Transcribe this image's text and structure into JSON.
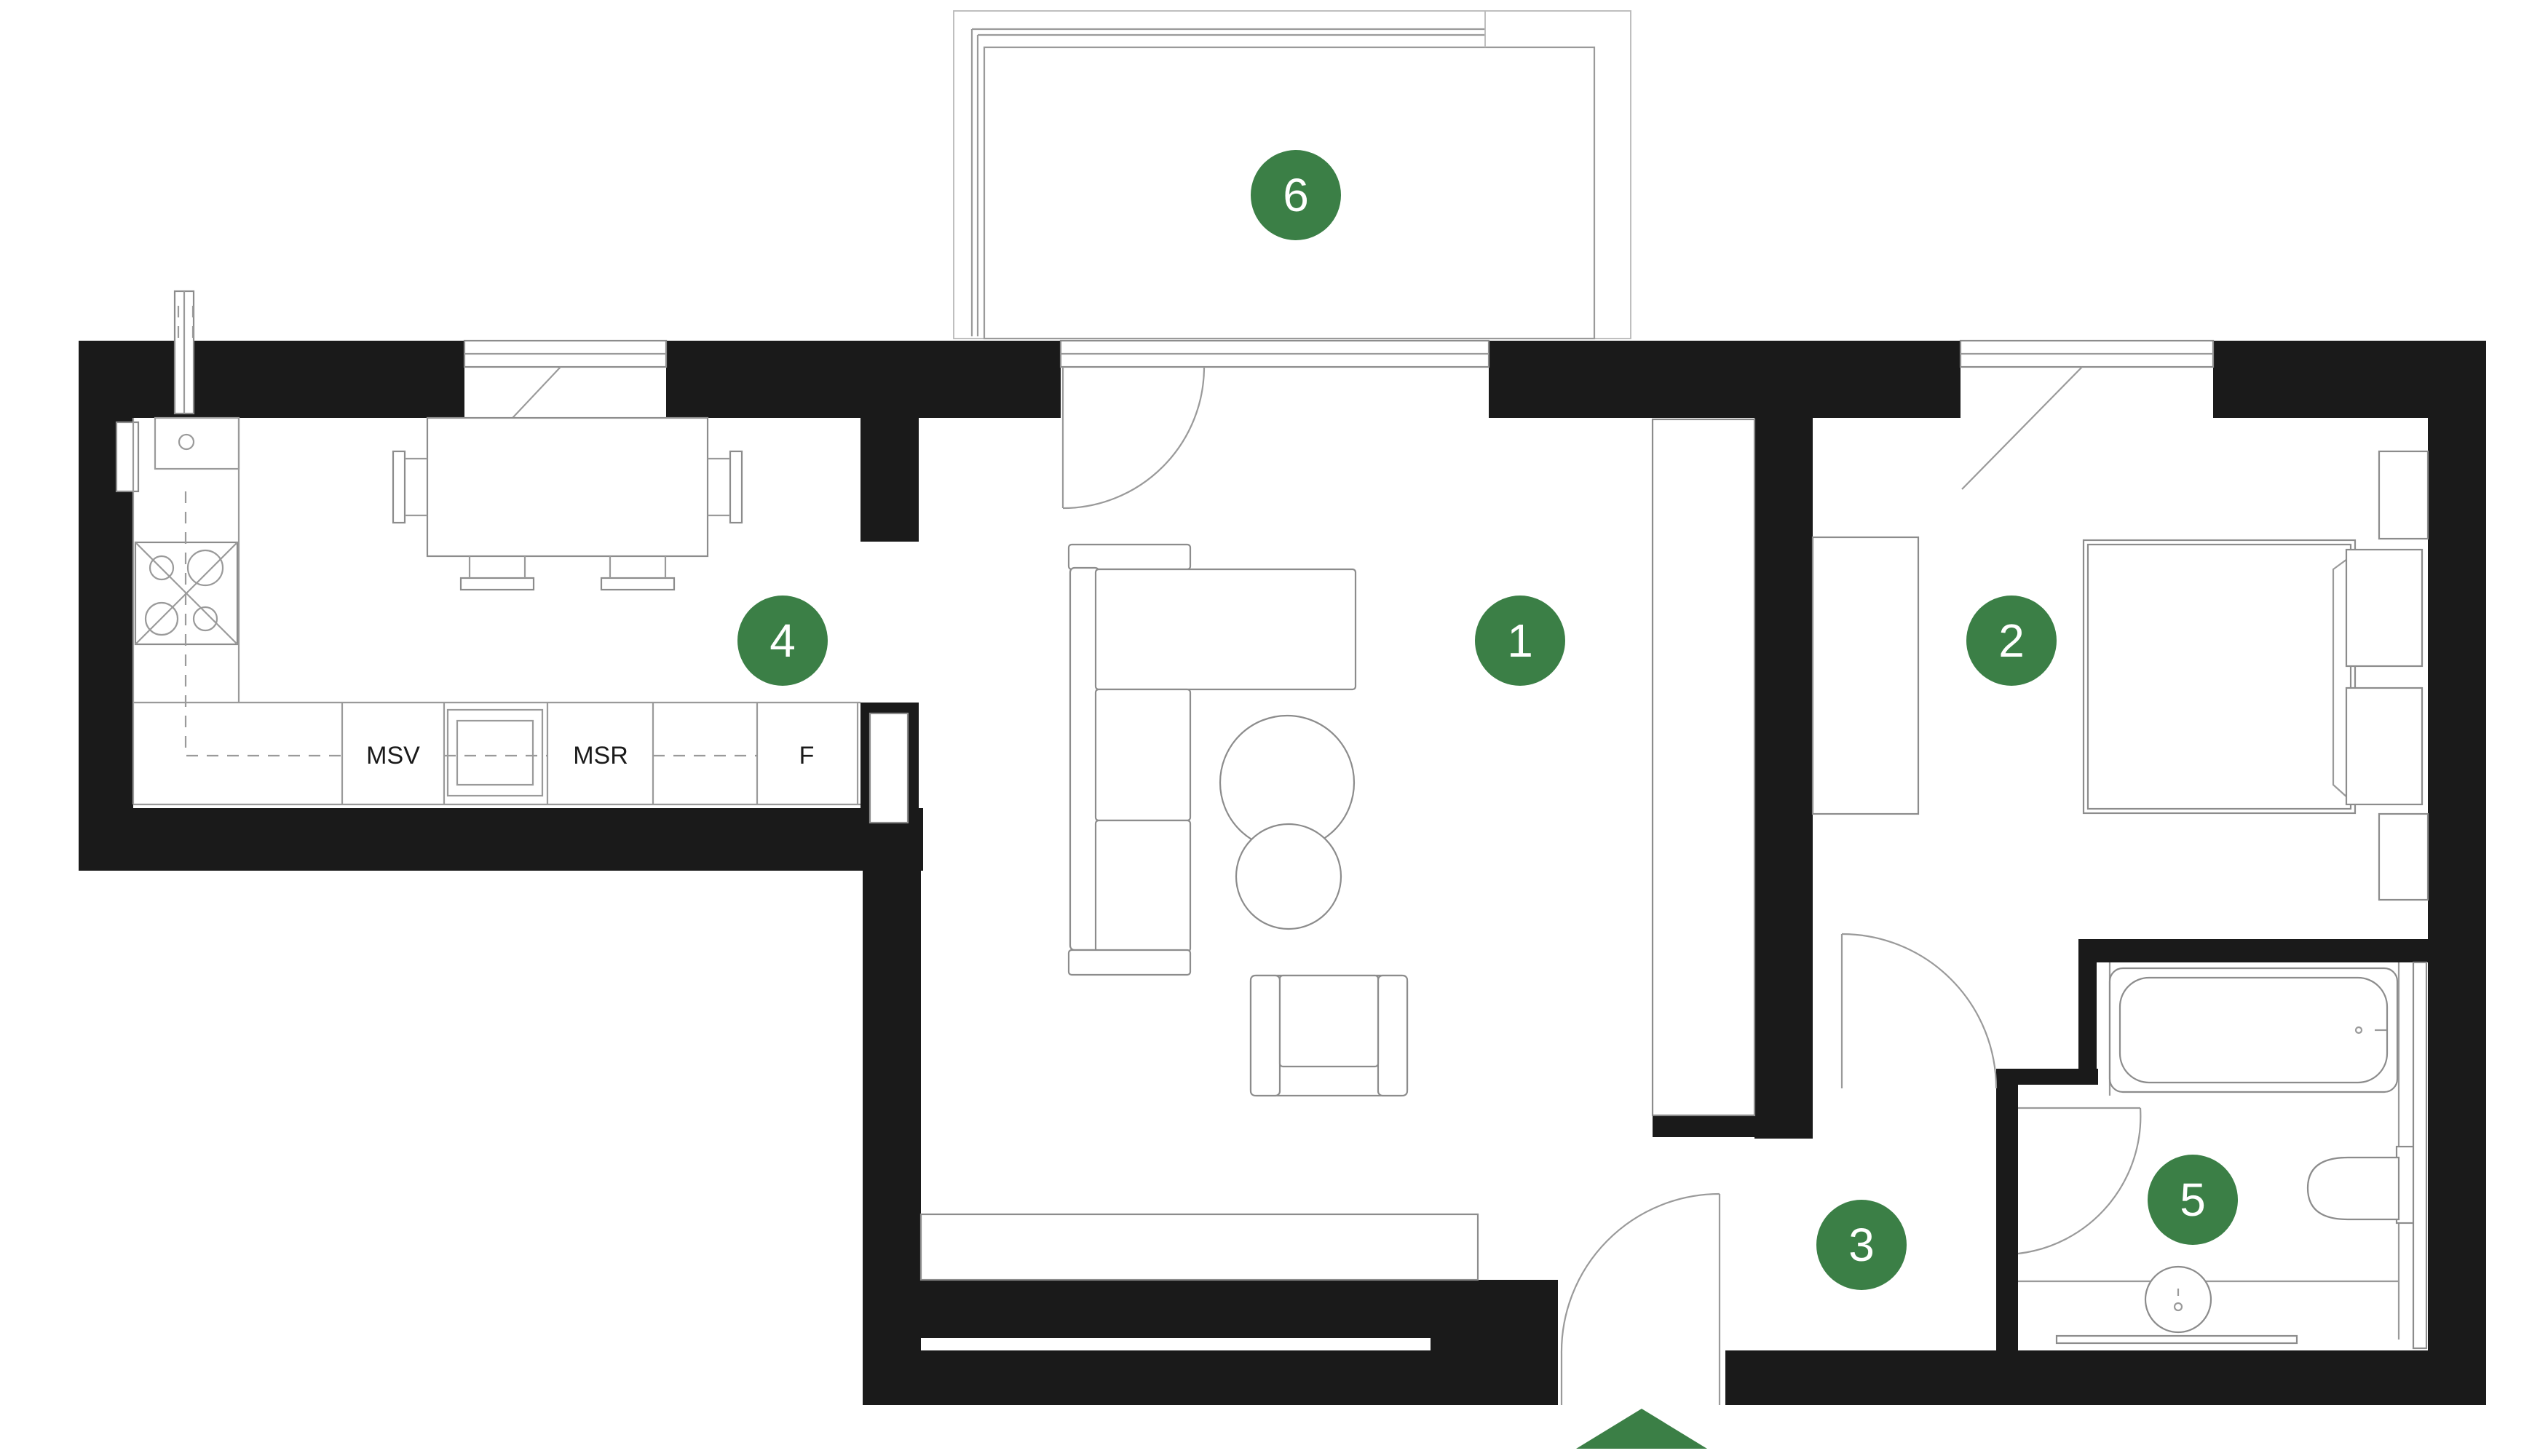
{
  "rooms": [
    {
      "label": "1"
    },
    {
      "label": "2"
    },
    {
      "label": "3"
    },
    {
      "label": "4"
    },
    {
      "label": "5"
    },
    {
      "label": "6"
    }
  ],
  "appliances": [
    "MSV",
    "MSR",
    "F"
  ],
  "colors": {
    "badge": "#3b7f46",
    "wall": "#1a1a1a",
    "entrance_arrow": "#3b7f46"
  },
  "icons": [
    "entrance-arrow-icon",
    "door-swing-icon",
    "window-icon",
    "stove-icon",
    "sink-icon",
    "bathtub-icon",
    "toilet-icon",
    "washbasin-icon",
    "bed-icon",
    "sofa-icon",
    "armchair-icon",
    "coffee-table-icon",
    "dining-table-icon"
  ]
}
